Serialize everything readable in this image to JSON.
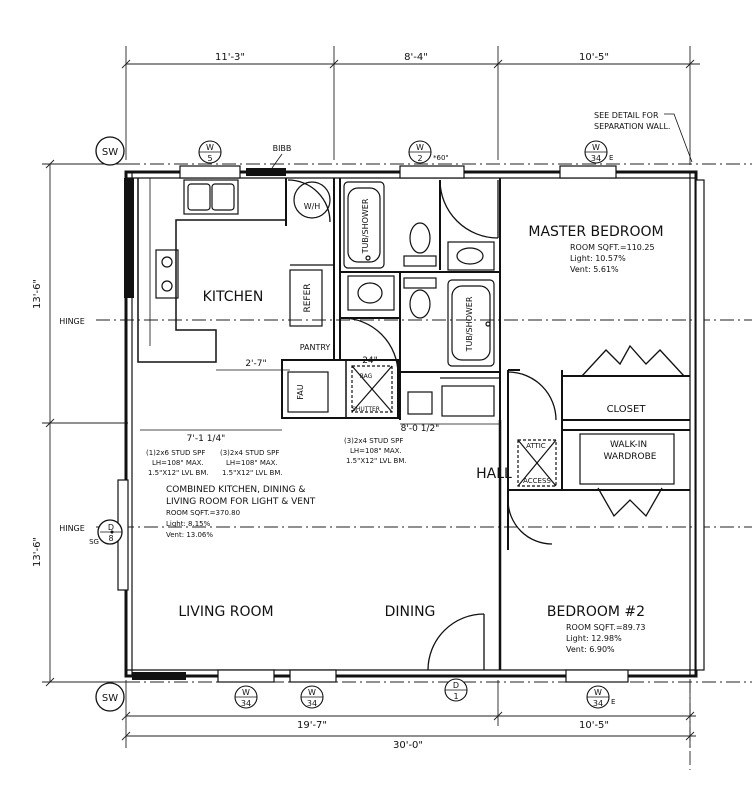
{
  "dimensions": {
    "top": [
      "11'-3\"",
      "8'-4\"",
      "10'-5\""
    ],
    "bottom_inner": [
      "19'-7\"",
      "10'-5\""
    ],
    "bottom_total": "30'-0\"",
    "left_upper": "13'-6\"",
    "left_lower": "13'-6\"",
    "interior_a": "2'-7\"",
    "interior_b": "7'-1 1/4\"",
    "interior_c": "24\"",
    "interior_d": "8'-0 1/2\""
  },
  "grid": {
    "sw_top": "SW",
    "sw_bottom": "SW",
    "hinge_upper": "HINGE",
    "hinge_lower": "HINGE",
    "sg": "SG"
  },
  "window_tags": [
    {
      "top": "W",
      "bottom": "5"
    },
    {
      "top": "W",
      "bottom": "2",
      "suffix": "*60\""
    },
    {
      "top": "W",
      "bottom": "34",
      "suffix": "E"
    },
    {
      "top": "W",
      "bottom": "34"
    },
    {
      "top": "W",
      "bottom": "34"
    },
    {
      "top": "D",
      "bottom": "1"
    },
    {
      "top": "W",
      "bottom": "34",
      "suffix": "E"
    },
    {
      "top": "D",
      "bottom": "8"
    }
  ],
  "notes": {
    "detail": "SEE DETAIL FOR SEPARATION WALL.",
    "bibb": "BIBB"
  },
  "rooms": {
    "master": {
      "name": "MASTER BEDROOM",
      "sqft": "ROOM SQFT.=110.25",
      "light": "Light: 10.57%",
      "vent": "Vent: 5.61%"
    },
    "kitchen": "KITCHEN",
    "refer": "REFER",
    "pantry": "PANTRY",
    "wh": "W/H",
    "fau": "FAU",
    "rag": "RAG",
    "shutter": "SHUTTER",
    "tub1": "TUB/SHOWER",
    "tub2": "TUB/SHOWER",
    "closet": "CLOSET",
    "walkin": "WALK-IN\nWARDROBE",
    "attic": "ATTIC\nACCESS",
    "hall": "HALL",
    "combined": {
      "title": "COMBINED KITCHEN, DINING &\nLIVING ROOM FOR LIGHT & VENT",
      "sqft": "ROOM SQFT.=370.80",
      "light": "Light: 8.15%",
      "vent": "Vent: 13.06%"
    },
    "living": "LIVING ROOM",
    "dining": "DINING",
    "bedroom2": {
      "name": "BEDROOM #2",
      "sqft": "ROOM SQFT.=89.73",
      "light": "Light: 12.98%",
      "vent": "Vent: 6.90%"
    }
  },
  "beams": {
    "b1": "(1)2x6 STUD SPF\nLH=108\" MAX.\n1.5\"X12\" LVL BM.",
    "b2": "(3)2x4 STUD SPF\nLH=108\" MAX.\n1.5\"X12\" LVL BM.",
    "b3": "(3)2x4 STUD SPF\nLH=108\" MAX.\n1.5\"X12\" LVL BM."
  }
}
